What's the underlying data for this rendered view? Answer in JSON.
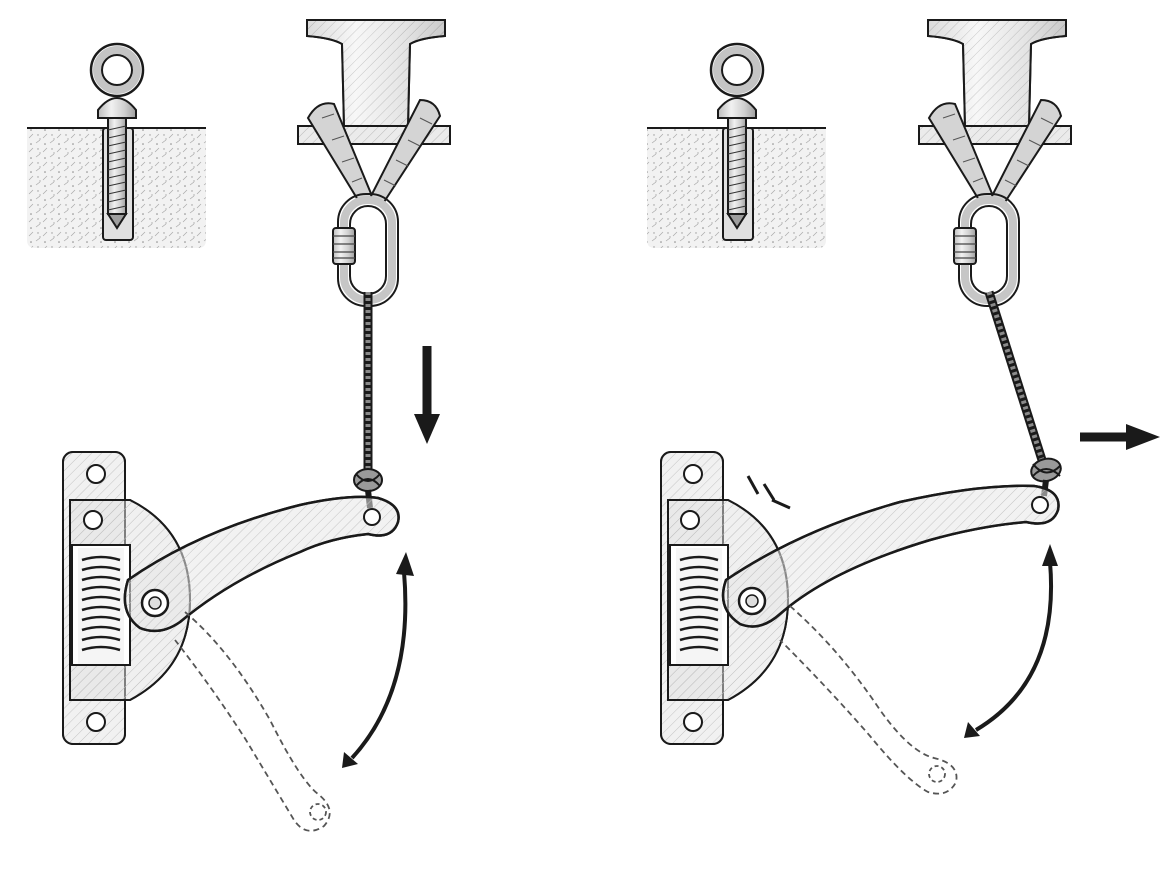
{
  "panels": [
    {
      "id": "left",
      "state": "cable-pulled-down",
      "arrows": [
        "straight-down-arrow",
        "curved-swing-arrow"
      ]
    },
    {
      "id": "right",
      "state": "cable-pulled-sideways",
      "arrows": [
        "straight-right-arrow",
        "curved-swing-arrow",
        "impact-lines"
      ]
    }
  ],
  "colors": {
    "ink": "#1a1a1a",
    "metal_light": "#e6e6e6",
    "metal_mid": "#c8c8c8",
    "metal_dark": "#8a8a8a",
    "concrete": "#efefef",
    "paper": "#ffffff"
  },
  "icons": [
    "eye-bolt-icon",
    "spool-anchor-icon",
    "sling-strap-icon",
    "carabiner-icon",
    "cable-icon",
    "knot-icon",
    "lever-arm-icon",
    "spring-icon",
    "base-plate-icon"
  ]
}
